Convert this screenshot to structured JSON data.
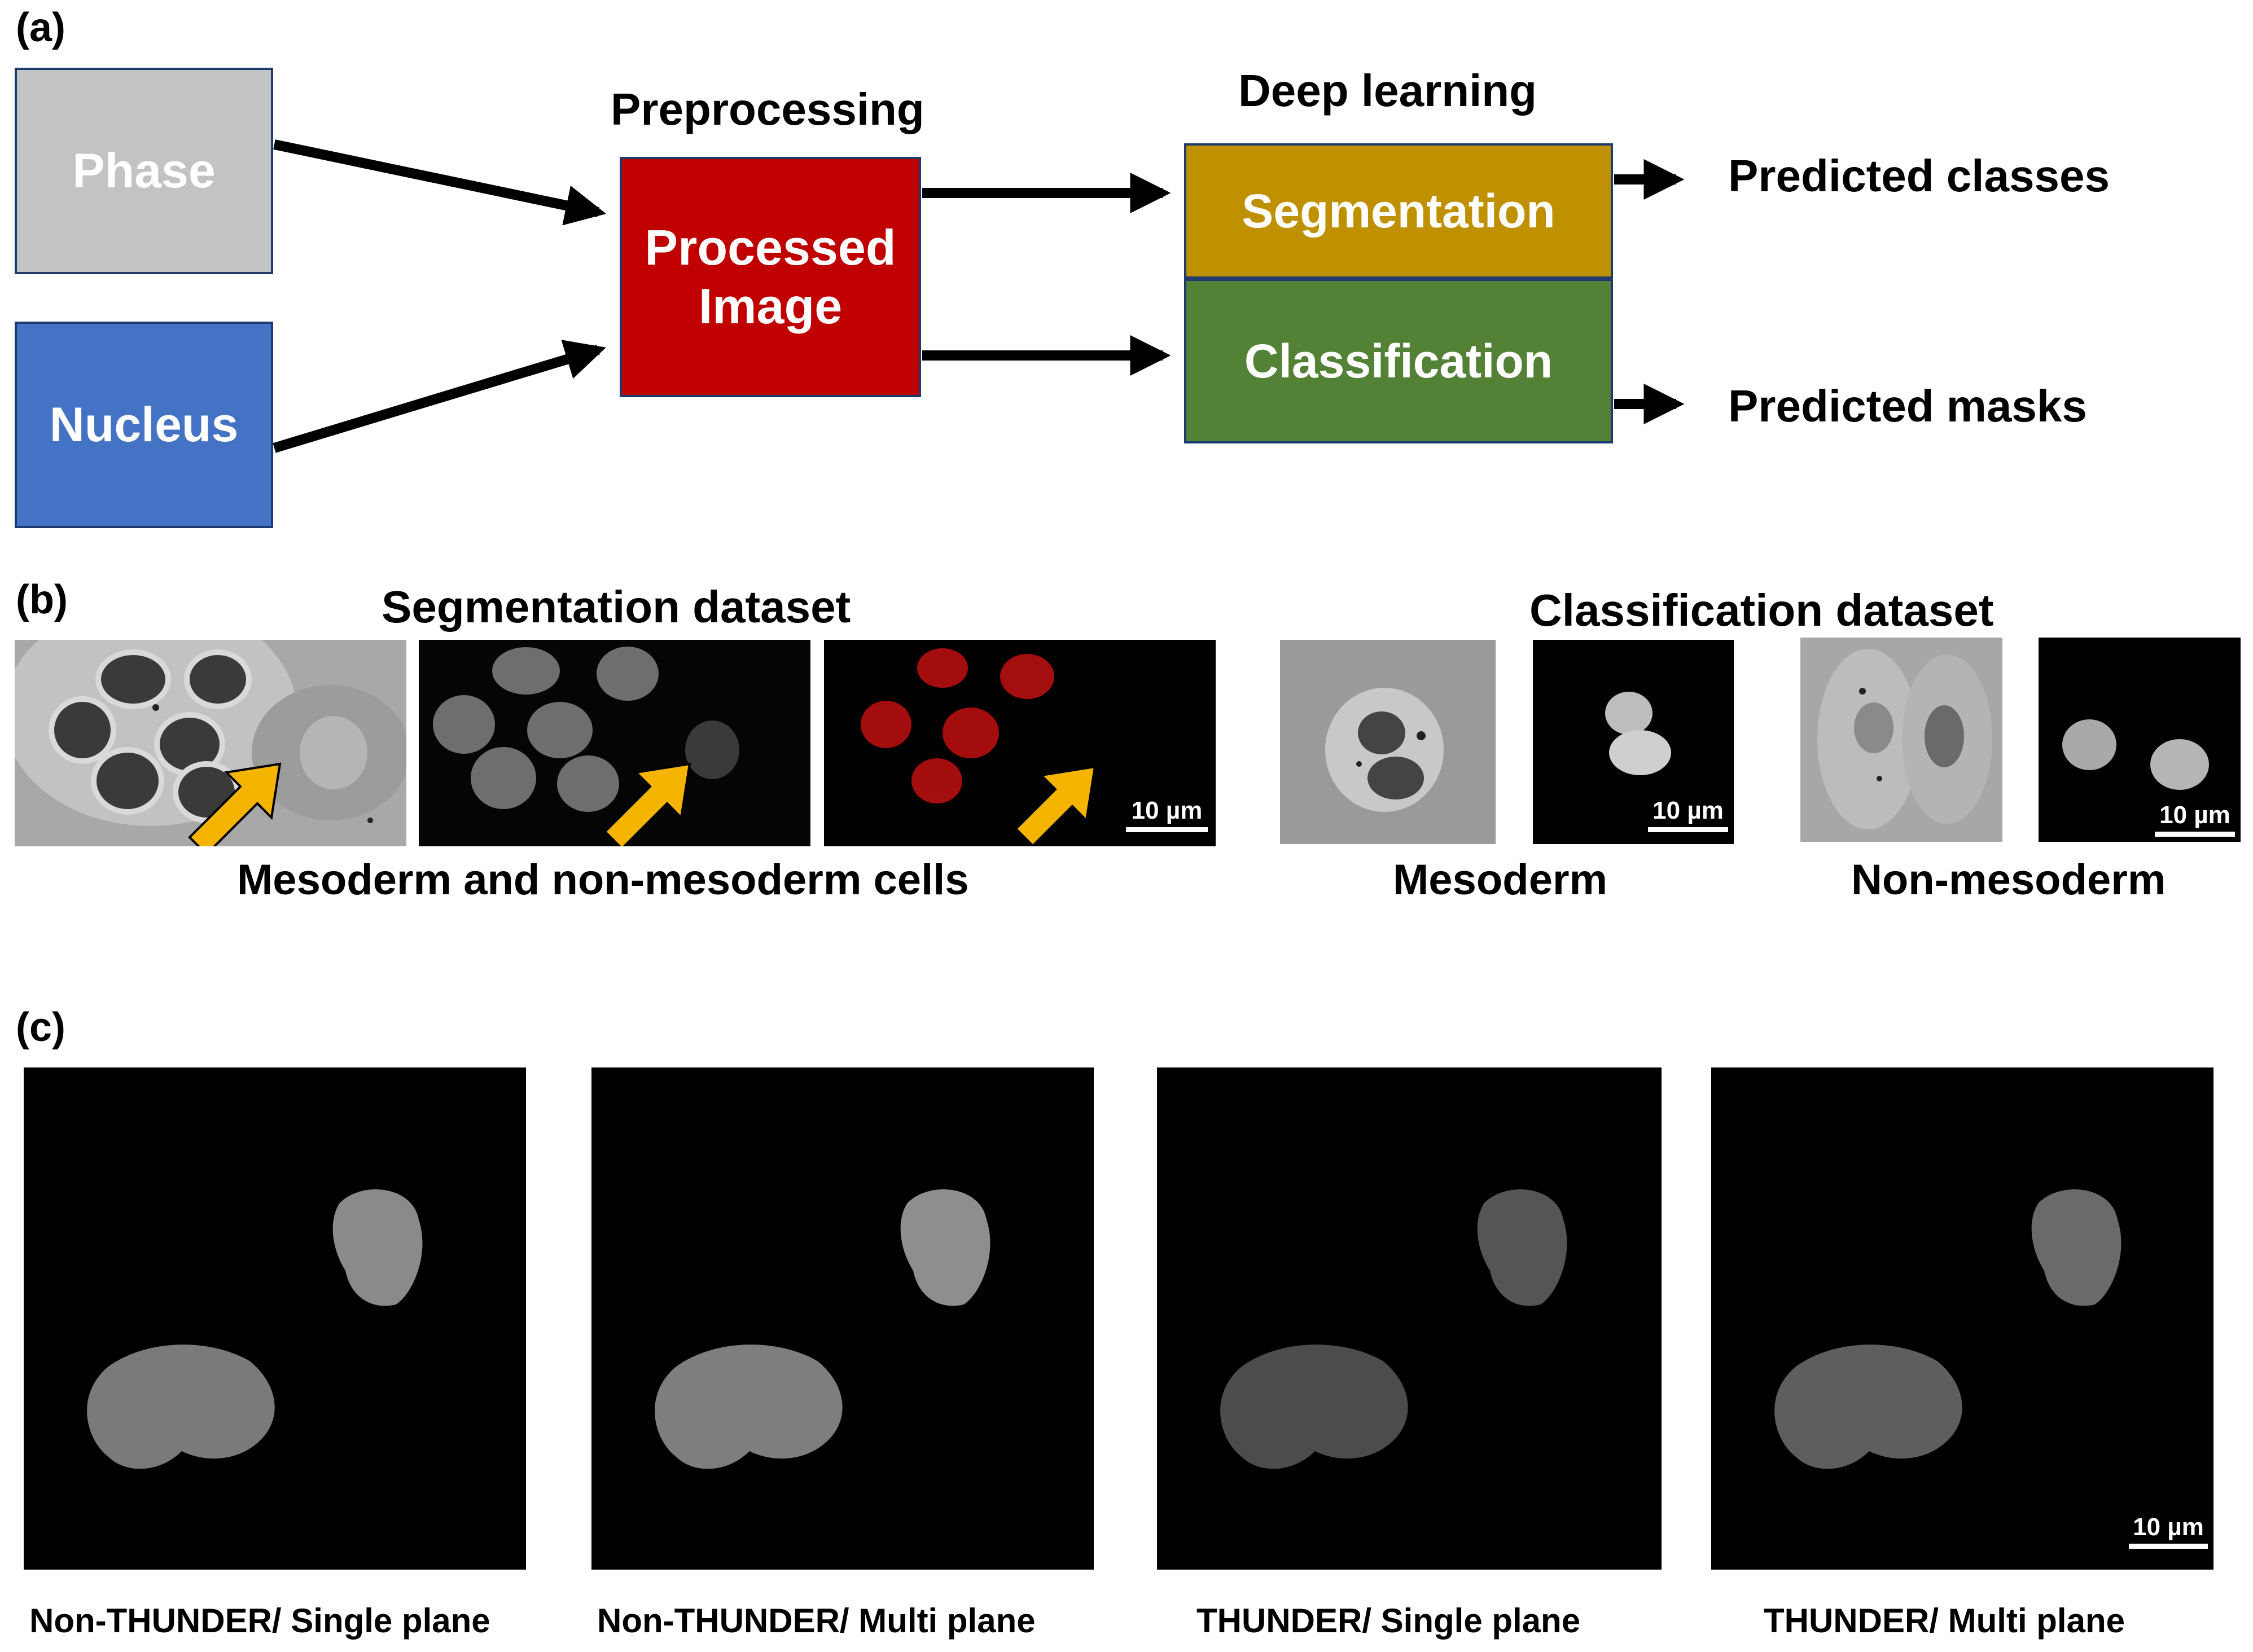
{
  "panel_labels": {
    "a": "(a)",
    "b": "(b)",
    "c": "(c)"
  },
  "panel_a": {
    "inputs": {
      "phase": "Phase",
      "nucleus": "Nucleus"
    },
    "preprocessing": {
      "heading": "Preprocessing",
      "box_line1": "Processed",
      "box_line2": "Image"
    },
    "deep_learning": {
      "heading": "Deep learning",
      "segmentation": "Segmentation",
      "classification": "Classification"
    },
    "outputs": {
      "classes": "Predicted classes",
      "masks": "Predicted masks"
    },
    "colors": {
      "phase": "#c3c3c3",
      "nucleus": "#4472c4",
      "processed": "#c00000",
      "segmentation": "#bf9000",
      "classification": "#538135"
    }
  },
  "panel_b": {
    "segmentation_title": "Segmentation dataset",
    "segmentation_caption": "Mesoderm and non-mesoderm cells",
    "classification_title": "Classification dataset",
    "mesoderm_caption": "Mesoderm",
    "non_mesoderm_caption": "Non-mesoderm",
    "scale": "10 µm",
    "arrow_color": "#f5b400"
  },
  "panel_c": {
    "captions": [
      "Non-THUNDER/ Single plane",
      "Non-THUNDER/ Multi plane",
      "THUNDER/ Single plane",
      "THUNDER/ Multi plane"
    ],
    "scale": "10 µm"
  }
}
